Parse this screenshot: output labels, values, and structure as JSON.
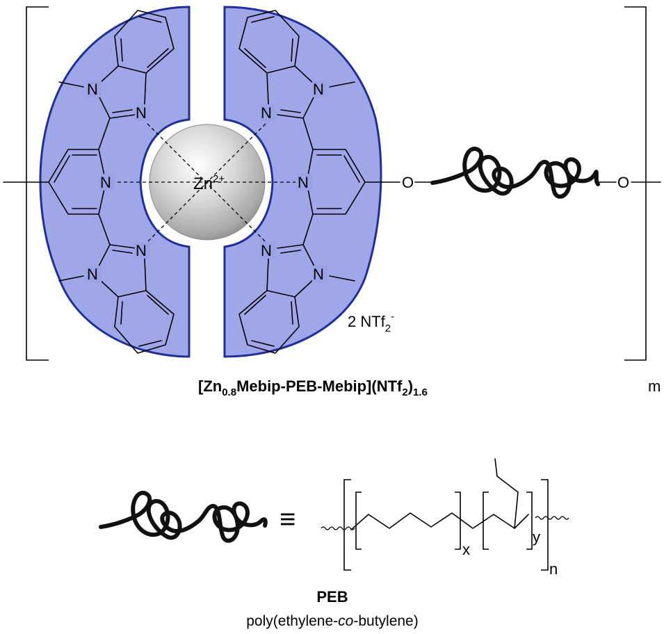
{
  "complex": {
    "metal_label": "Zn",
    "metal_charge": "2+",
    "N": "N",
    "O": "O",
    "counterion_prefix": "2 NTf",
    "counterion_sub": "2",
    "counterion_sup": "-",
    "repeat_subscript": "m",
    "formula_parts": [
      "[Zn",
      "0.8",
      "Mebip-PEB-Mebip](NTf",
      "2",
      ")",
      "1.6"
    ]
  },
  "peb": {
    "equiv_symbol": "≡",
    "sub_x": "x",
    "sub_y": "y",
    "sub_n": "n",
    "title": "PEB",
    "name_before": "poly(ethylene-",
    "name_italic": "co",
    "name_after": "-butylene)"
  },
  "colors": {
    "ligand_fill": "#8f98e4",
    "ligand_outline": "#1e2f9c",
    "ion_sphere": "#c8c8c8"
  }
}
